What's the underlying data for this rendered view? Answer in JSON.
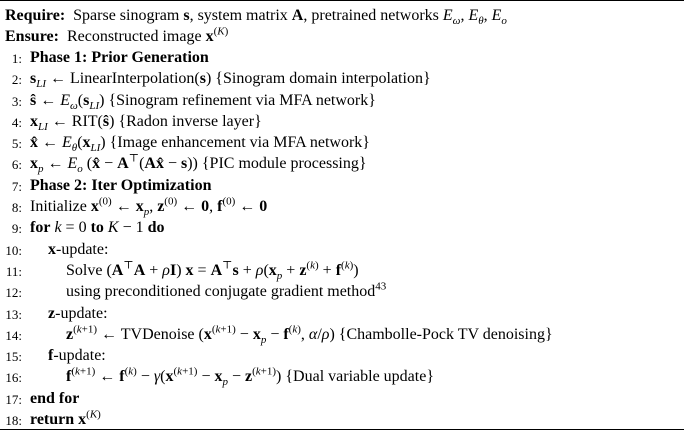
{
  "require_label": "Require:",
  "require_text": "Sparse sinogram s, system matrix A, pretrained networks Eω, Eθ, Eo",
  "ensure_label": "Ensure:",
  "ensure_text": "Reconstructed image x(K)",
  "lines": [
    {
      "n": "1:",
      "text": "Phase 1: Prior Generation"
    },
    {
      "n": "2:",
      "text": "sLI ← LinearInterpolation(s) {Sinogram domain interpolation}"
    },
    {
      "n": "3:",
      "text": "ŝ ← Eω(sLI) {Sinogram refinement via MFA network}"
    },
    {
      "n": "4:",
      "text": "xLI ← RIT(ŝ) {Radon inverse layer}"
    },
    {
      "n": "5:",
      "text": "x̂ ← Eθ(xLI) {Image enhancement via MFA network}"
    },
    {
      "n": "6:",
      "text": "xp ← Eo(x̂ − A⊤(Ax̂ − s)) {PIC module processing}"
    },
    {
      "n": "7:",
      "text": "Phase 2: Iter Optimization"
    },
    {
      "n": "8:",
      "text": "Initialize x(0) ← xp, z(0) ← 0, f(0) ← 0"
    },
    {
      "n": "9:",
      "text": "for k = 0 to K − 1 do"
    },
    {
      "n": "10:",
      "text": "x-update:"
    },
    {
      "n": "11:",
      "text": "Solve (A⊤A + ρI) x = A⊤s + ρ(xp + z(k) + f(k))"
    },
    {
      "n": "12:",
      "text": "using preconditioned conjugate gradient method43"
    },
    {
      "n": "13:",
      "text": "z-update:"
    },
    {
      "n": "14:",
      "text": "z(k+1) ← TVDenoise(x(k+1) − xp − f(k), α/ρ) {Chambolle-Pock TV denoising}"
    },
    {
      "n": "15:",
      "text": "f-update:"
    },
    {
      "n": "16:",
      "text": "f(k+1) ← f(k) − γ(x(k+1) − xp − z(k+1)) {Dual variable update}"
    },
    {
      "n": "17:",
      "text": "end for"
    },
    {
      "n": "18:",
      "text": "return x(K)"
    }
  ]
}
